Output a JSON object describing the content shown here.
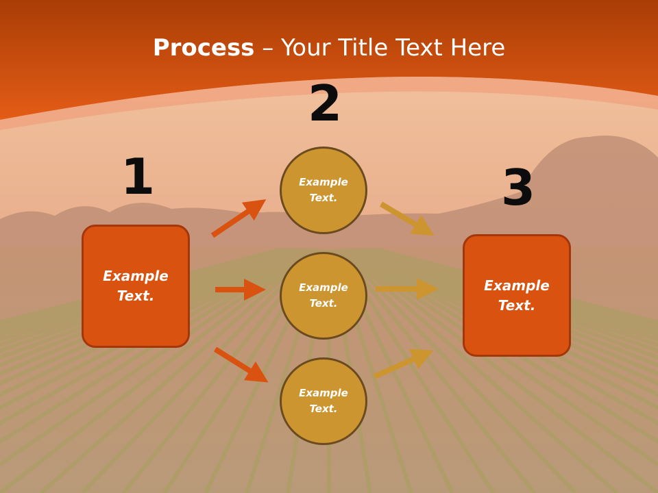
{
  "title": {
    "bold": "Process",
    "rest": " – Your Title Text Here"
  },
  "steps": {
    "n1": "1",
    "n2": "2",
    "n3": "3"
  },
  "left_box": {
    "line1": "Example",
    "line2": "Text."
  },
  "right_box": {
    "line1": "Example",
    "line2": "Text."
  },
  "circles": [
    {
      "line1": "Example",
      "line2": "Text."
    },
    {
      "line1": "Example",
      "line2": "Text."
    },
    {
      "line1": "Example",
      "line2": "Text."
    }
  ],
  "colors": {
    "header_orange": "#e05a14",
    "box_orange": "#d9520f",
    "circle_gold": "#cc9530",
    "arrow_orange": "#d9520f",
    "arrow_gold": "#cc9530"
  }
}
